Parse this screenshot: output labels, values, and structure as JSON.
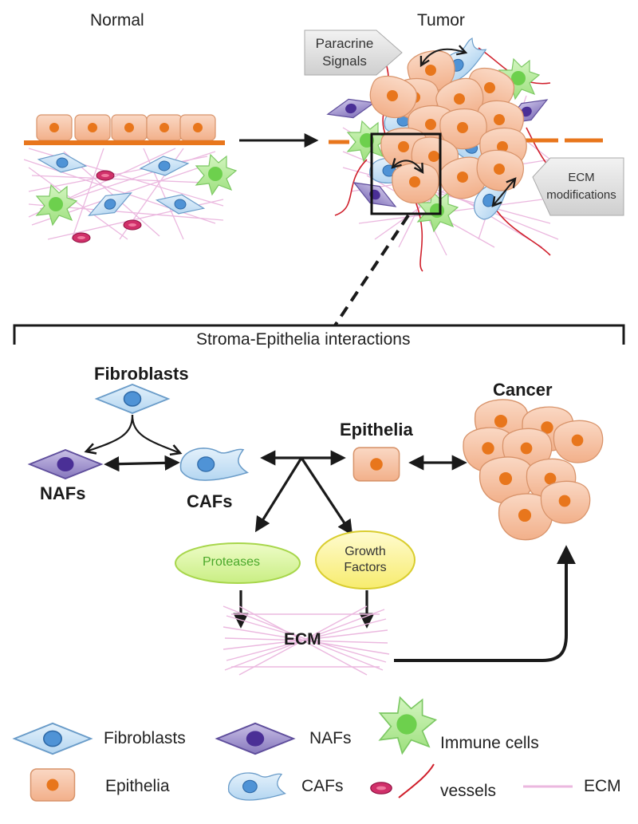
{
  "top": {
    "normal_label": "Normal",
    "tumor_label": "Tumor",
    "paracrine_callout": [
      "Paracrine",
      "Signals"
    ],
    "ecm_callout": [
      "ECM",
      "modifications"
    ]
  },
  "interactions": {
    "title": "Stroma-Epithelia interactions",
    "fibroblasts": "Fibroblasts",
    "nafs": "NAFs",
    "cafs": "CAFs",
    "epithelia": "Epithelia",
    "cancer": "Cancer",
    "proteases": "Proteases",
    "growth_factors": [
      "Growth",
      "Factors"
    ],
    "ecm": "ECM"
  },
  "legend": {
    "fibroblasts": "Fibroblasts",
    "nafs": "NAFs",
    "immune_cells": "Immune cells",
    "epithelia": "Epithelia",
    "cafs": "CAFs",
    "vessels": "vessels",
    "ecm": "ECM"
  },
  "colors": {
    "epithelial_fill": "#f6c2a2",
    "nucleus_orange": "#e8761c",
    "fibroblast_fill": "#c9e2f5",
    "fibroblast_nucleus": "#4f93d6",
    "naf_fill": "#9b8fc9",
    "naf_nucleus": "#5a3ea6",
    "immune_fill": "#a8e58c",
    "immune_nucleus": "#6dd04d",
    "vessel_red": "#d0202c",
    "ecm_pink": "#e9b8df",
    "proteases_fill": "#d9f5a0",
    "growth_fill": "#fbf39a"
  }
}
